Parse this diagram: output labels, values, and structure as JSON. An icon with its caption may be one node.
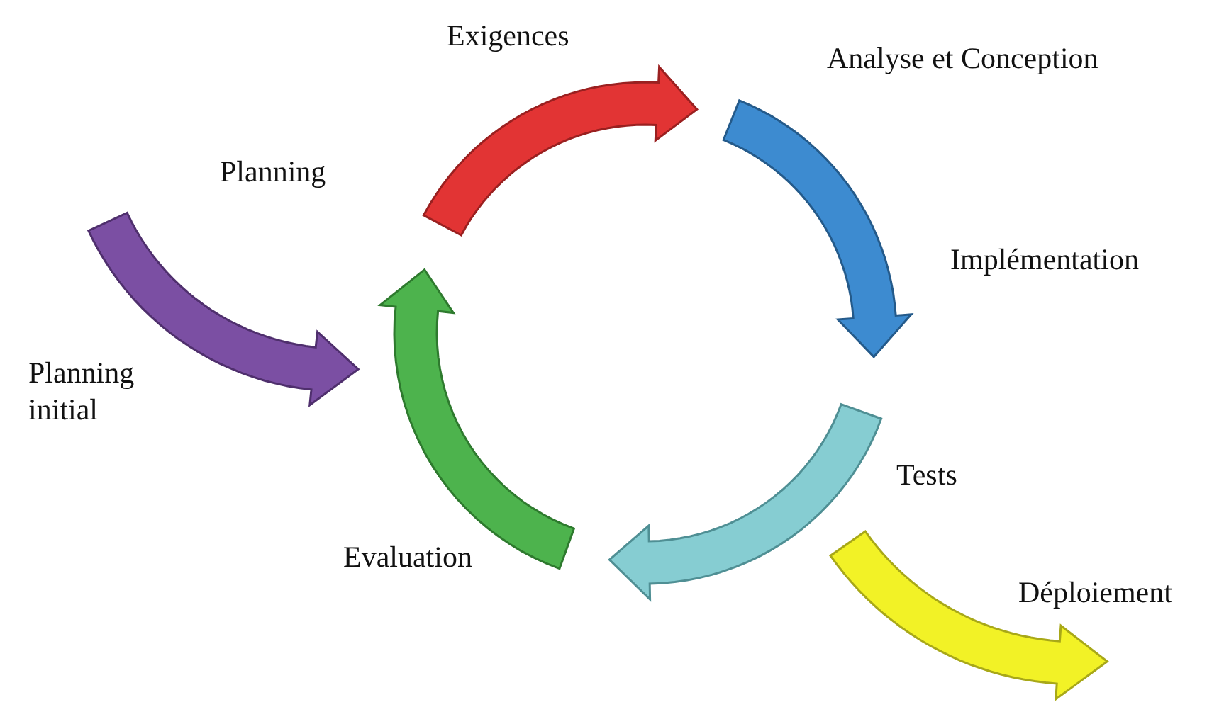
{
  "diagram": {
    "labels": [
      "Exigences",
      "Analyse et Conception",
      "Planning",
      "Implémentation",
      "Planning initial",
      "Tests",
      "Evaluation",
      "Déploiement"
    ]
  }
}
